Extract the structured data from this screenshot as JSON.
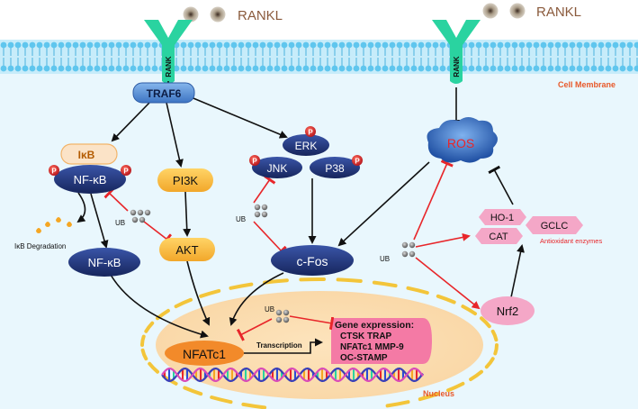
{
  "ligands": {
    "left": "RANKL",
    "right": "RANKL"
  },
  "receptor_label": "RANK",
  "membrane_label": "Cell Membrane",
  "nucleus_label": "Nucleus",
  "nodes": {
    "traf6": "TRAF6",
    "ikb": "IκB",
    "nfkb_complex": "NF-κB",
    "nfkb": "NF-κB",
    "pi3k": "PI3K",
    "akt": "AKT",
    "erk": "ERK",
    "jnk": "JNK",
    "p38": "P38",
    "cfos": "c-Fos",
    "ros": "ROS",
    "ho1": "HO-1",
    "cat": "CAT",
    "gclc": "GCLC",
    "nrf2": "Nrf2",
    "nfatc1": "NFATc1"
  },
  "phospho_label": "P",
  "ub_label": "UB",
  "ikb_degradation": "IκB Degradation",
  "antioxidant_label": "Antioxidant enzymes",
  "transcription_label": "Transcription",
  "gene_expression": {
    "title": "Gene expression:",
    "lines": [
      "CTSK TRAP",
      "NFATc1  MMP-9",
      "OC-STAMP"
    ]
  },
  "colors": {
    "membrane_bg": "#c7ecfa",
    "cell_bg": "#e9f7fd",
    "navy": "#1c2f72",
    "orange": "#f6b93a",
    "red": "#e8262a",
    "pink": "#f4a7c7",
    "receptor": "#2ad3a0"
  }
}
